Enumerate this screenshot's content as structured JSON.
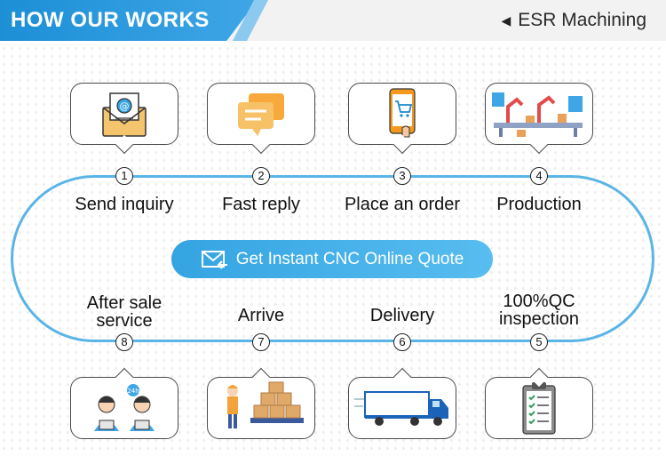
{
  "header": {
    "title": "HOW OUR WORKS",
    "brand": "ESR Machining"
  },
  "cta": {
    "label": "Get Instant CNC Online Quote"
  },
  "steps": [
    {
      "num": "1",
      "label": "Send inquiry",
      "icon": "envelope-at-icon"
    },
    {
      "num": "2",
      "label": "Fast reply",
      "icon": "chat-bubbles-icon"
    },
    {
      "num": "3",
      "label": "Place an order",
      "icon": "phone-cart-icon"
    },
    {
      "num": "4",
      "label": "Production",
      "icon": "factory-line-icon"
    },
    {
      "num": "5",
      "label_line1": "100%QC",
      "label_line2": "inspection",
      "icon": "clipboard-checklist-icon"
    },
    {
      "num": "6",
      "label": "Delivery",
      "icon": "delivery-truck-icon"
    },
    {
      "num": "7",
      "label": "Arrive",
      "icon": "worker-boxes-icon"
    },
    {
      "num": "8",
      "label_line1": "After sale",
      "label_line2": "service",
      "icon": "support-agents-icon"
    }
  ],
  "colors": {
    "accent": "#3fa6e6",
    "loop": "#5bb4e6",
    "header_bg": "#f2f2f2"
  }
}
